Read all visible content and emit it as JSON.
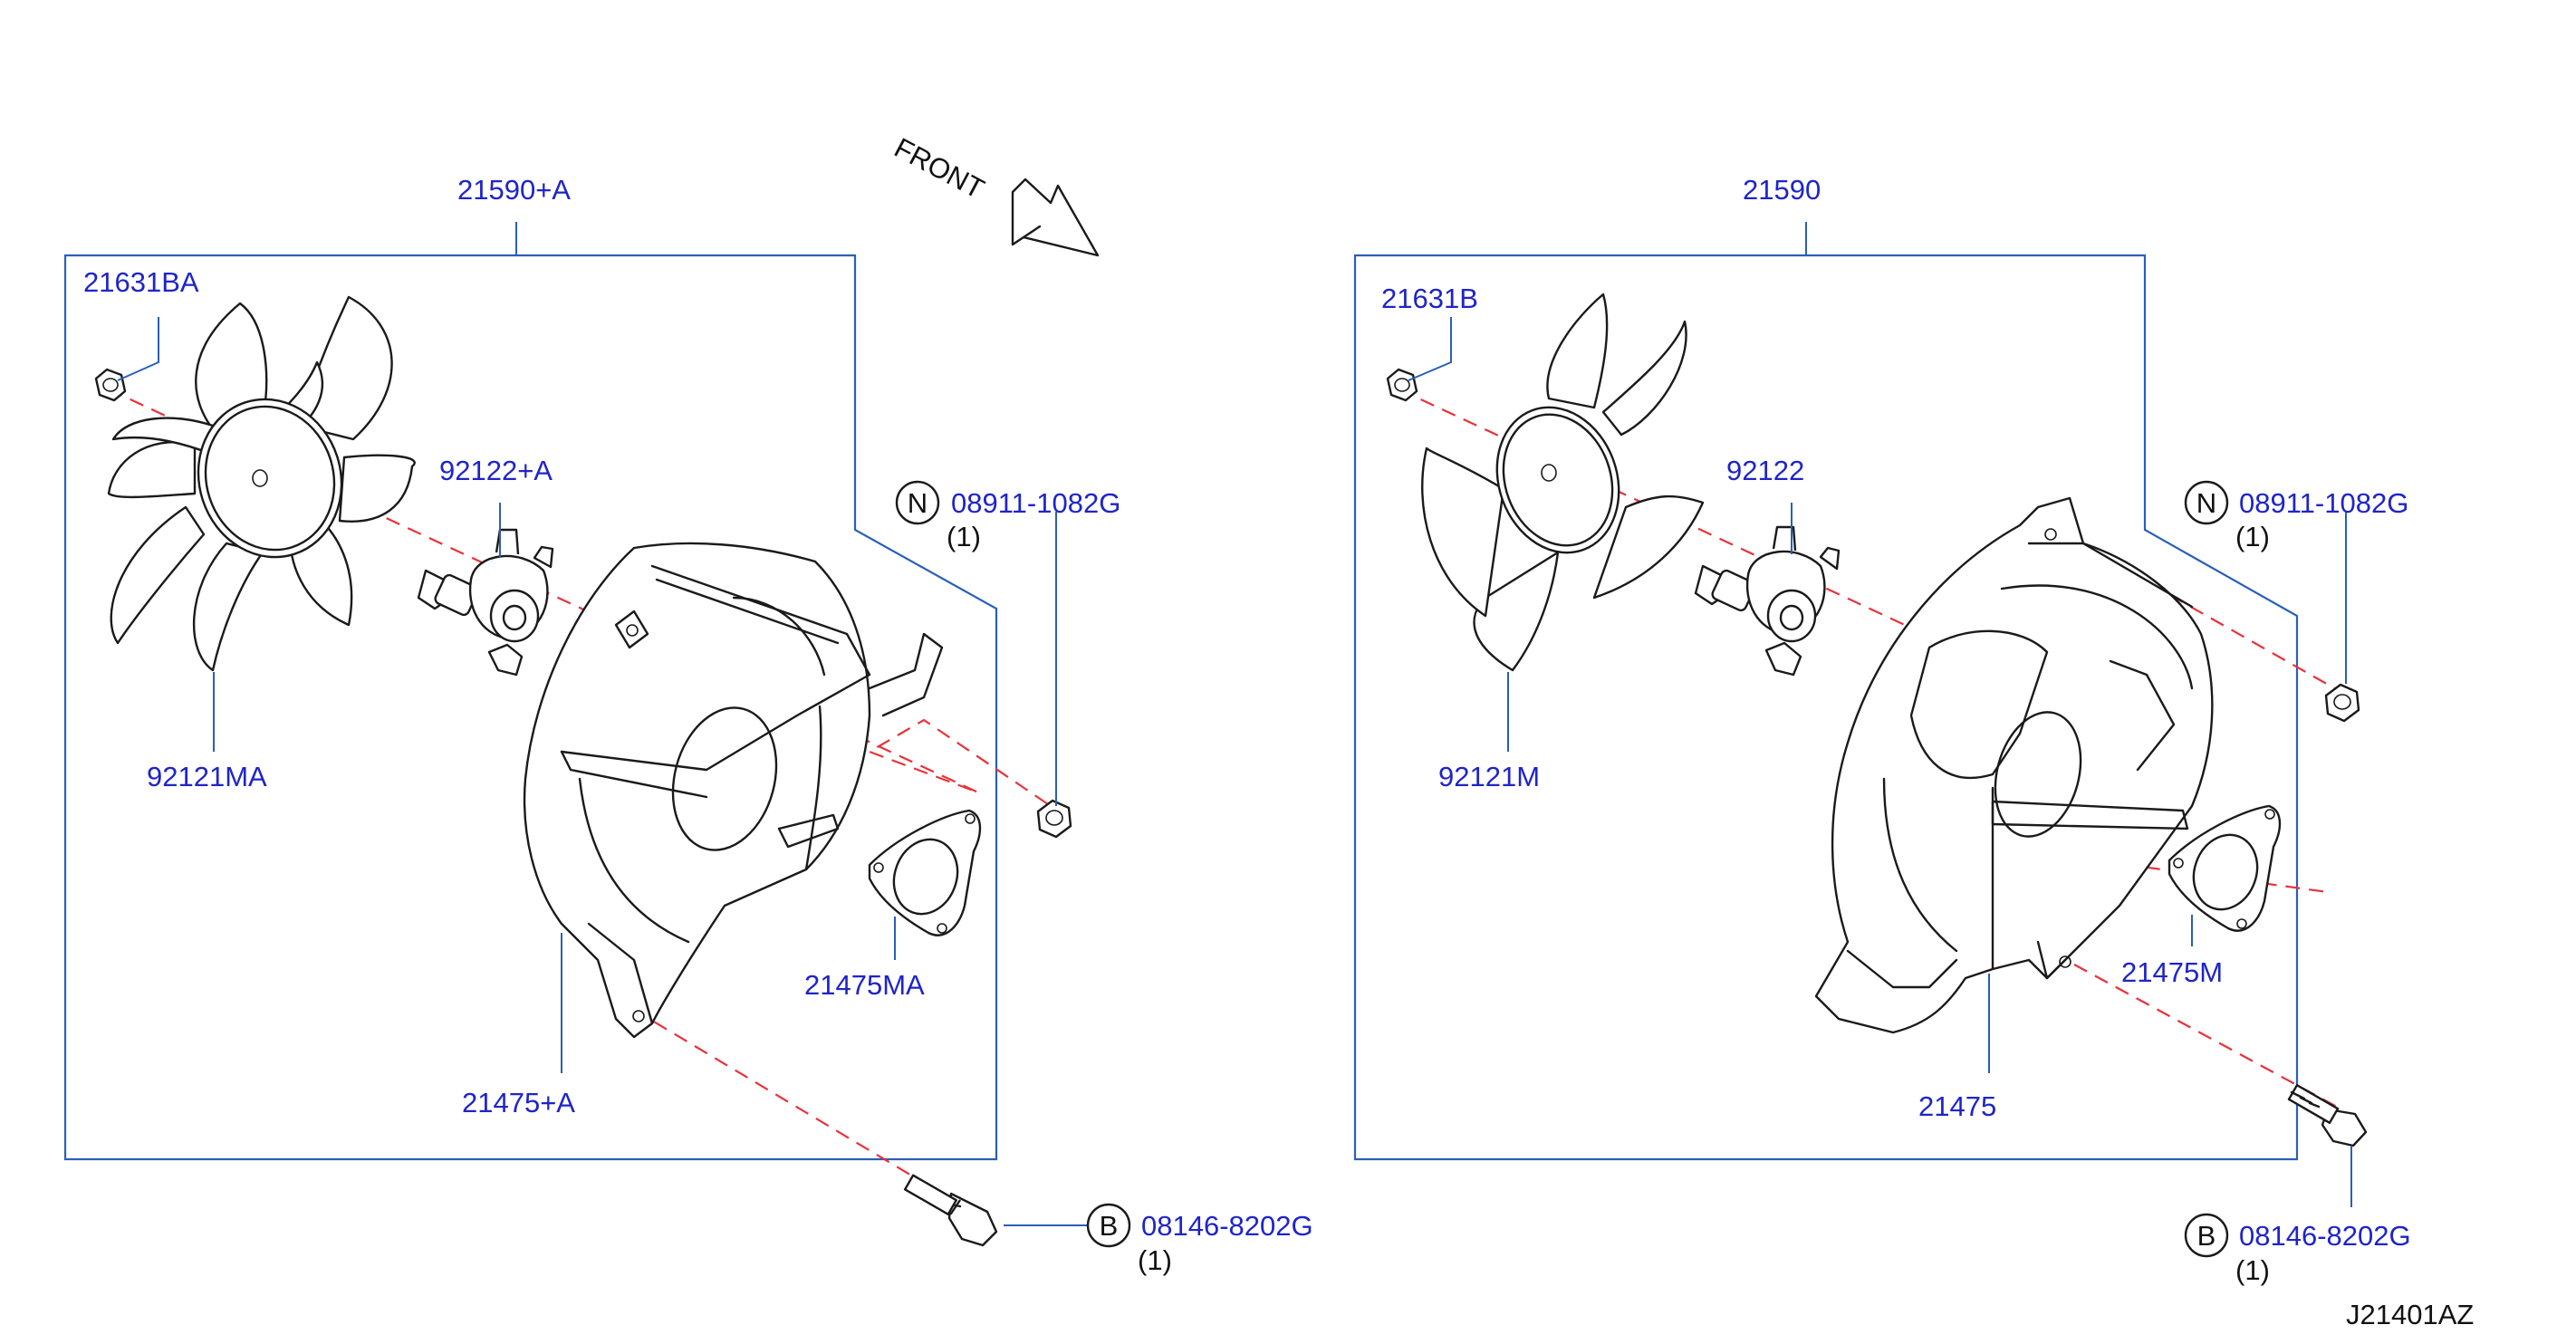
{
  "front_label": "FRONT",
  "diagram_id": "J21401AZ",
  "left_assembly": {
    "assembly": "21590+A",
    "nut": "21631BA",
    "fan": "92121MA",
    "motor": "92122+A",
    "shroud": "21475+A",
    "gasket": "21475MA",
    "callouts": [
      {
        "symbol": "N",
        "part": "08911-1082G",
        "qty": "(1)"
      },
      {
        "symbol": "B",
        "part": "08146-8202G",
        "qty": "(1)"
      }
    ]
  },
  "right_assembly": {
    "assembly": "21590",
    "nut": "21631B",
    "fan": "92121M",
    "motor": "92122",
    "shroud": "21475",
    "gasket": "21475M",
    "callouts": [
      {
        "symbol": "N",
        "part": "08911-1082G",
        "qty": "(1)"
      },
      {
        "symbol": "B",
        "part": "08146-8202G",
        "qty": "(1)"
      }
    ]
  },
  "colors": {
    "label": "#1f24c8",
    "leader": "#2a5fb8",
    "dashed_axis": "#e8323a",
    "line_art": "#1a1a1a"
  }
}
